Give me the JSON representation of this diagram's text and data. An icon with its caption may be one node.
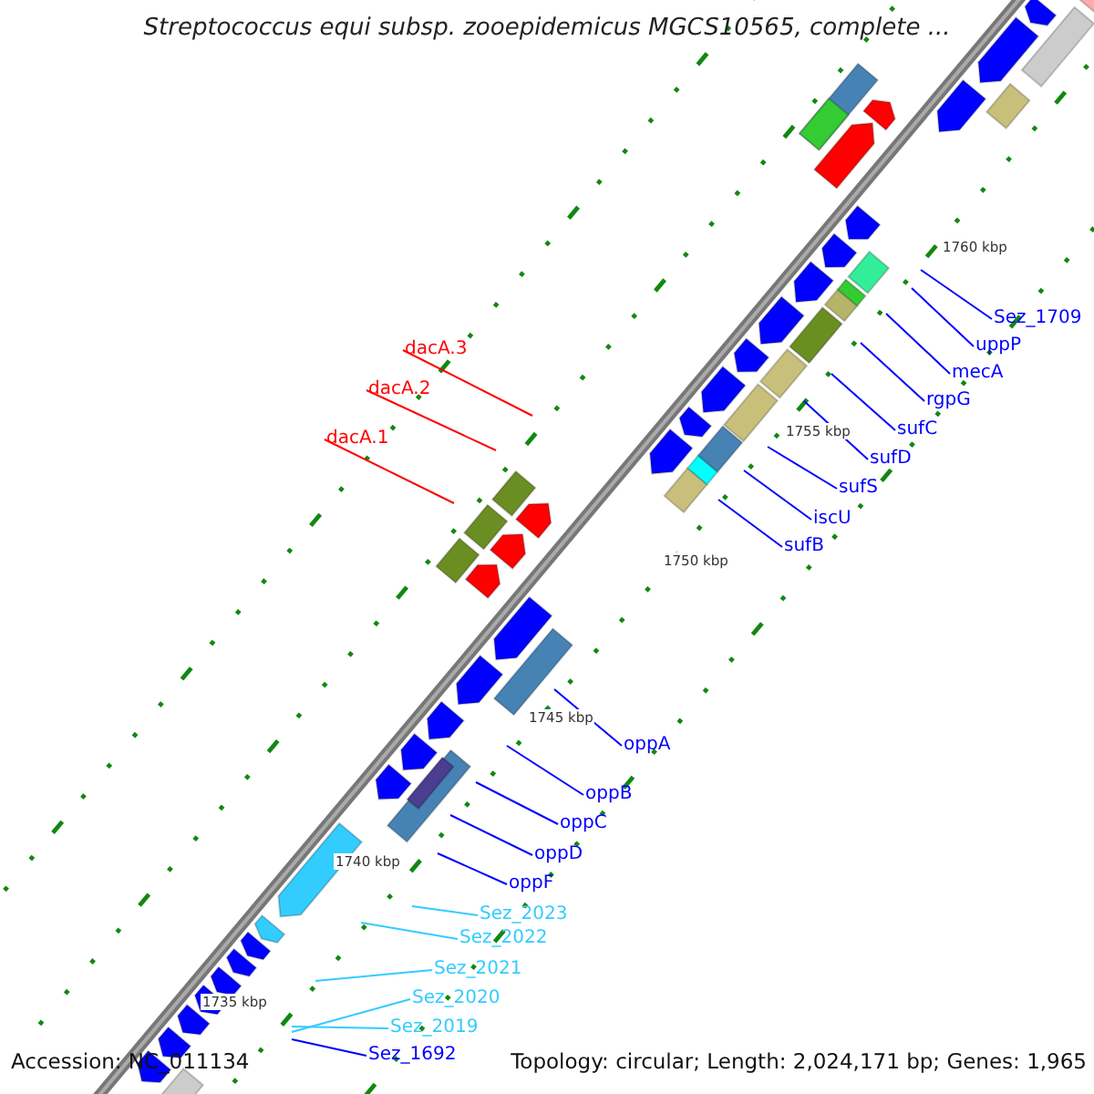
{
  "diagram": {
    "title": "Streptococcus equi subsp. zooepidemicus MGCS10565, complete ...",
    "nodes": [
      {
        "text": [
          "dacA.3"
        ]
      },
      {
        "text": [
          "dacA.2"
        ]
      },
      {
        "text": [
          "dacA.1"
        ]
      },
      {
        "text": [
          "Sez_1709"
        ]
      },
      {
        "text": [
          "uppP"
        ]
      },
      {
        "text": [
          "mecA"
        ]
      },
      {
        "text": [
          "rgpG"
        ]
      },
      {
        "text": [
          "sufC"
        ]
      },
      {
        "text": [
          "sufD"
        ]
      },
      {
        "text": [
          "sufS"
        ]
      },
      {
        "text": [
          "iscU"
        ]
      },
      {
        "text": [
          "sufB"
        ]
      },
      {
        "text": [
          "oppA"
        ]
      },
      {
        "text": [
          "oppB"
        ]
      },
      {
        "text": [
          "oppC"
        ]
      },
      {
        "text": [
          "oppD"
        ]
      },
      {
        "text": [
          "oppF"
        ]
      },
      {
        "text": [
          "Sez_2023"
        ]
      },
      {
        "text": [
          "Sez_2022"
        ]
      },
      {
        "text": [
          "Sez_2021"
        ]
      },
      {
        "text": [
          "Sez_2020"
        ]
      },
      {
        "text": [
          "Sez_2019"
        ]
      },
      {
        "text": [
          "Sez_1692"
        ]
      }
    ],
    "edges": [
      {
        "from": 0,
        "to": null,
        "arrow": "none",
        "color": "#ff0000"
      },
      {
        "from": 1,
        "to": null,
        "arrow": "none",
        "color": "#ff0000"
      },
      {
        "from": 2,
        "to": null,
        "arrow": "none",
        "color": "#ff0000"
      },
      {
        "from": 3,
        "to": null,
        "arrow": "none"
      },
      {
        "from": 4,
        "to": null,
        "arrow": "none"
      },
      {
        "from": 5,
        "to": null,
        "arrow": "none"
      },
      {
        "from": 6,
        "to": null,
        "arrow": "none"
      },
      {
        "from": 7,
        "to": null,
        "arrow": "none"
      },
      {
        "from": 8,
        "to": null,
        "arrow": "none"
      },
      {
        "from": 9,
        "to": null,
        "arrow": "none"
      },
      {
        "from": 10,
        "to": null,
        "arrow": "none"
      },
      {
        "from": 11,
        "to": null,
        "arrow": "none"
      },
      {
        "from": 12,
        "to": null,
        "arrow": "none"
      },
      {
        "from": 13,
        "to": null,
        "arrow": "none"
      },
      {
        "from": 14,
        "to": null,
        "arrow": "none"
      },
      {
        "from": 15,
        "to": null,
        "arrow": "none"
      },
      {
        "from": 16,
        "to": null,
        "arrow": "none"
      },
      {
        "from": 17,
        "to": null,
        "arrow": "none",
        "color": "#33ccff"
      },
      {
        "from": 18,
        "to": null,
        "arrow": "none",
        "color": "#33ccff"
      },
      {
        "from": 19,
        "to": null,
        "arrow": "none",
        "color": "#33ccff"
      },
      {
        "from": 20,
        "to": null,
        "arrow": "none",
        "color": "#33ccff"
      },
      {
        "from": 21,
        "to": null,
        "arrow": "none",
        "color": "#33ccff"
      },
      {
        "from": 22,
        "to": null,
        "arrow": "none"
      }
    ],
    "labels": [
      "1760 kbp",
      "1755 kbp",
      "1750 kbp",
      "1745 kbp",
      "1740 kbp",
      "1735 kbp",
      "Accession: NC_011134",
      "Topology: circular; Length: 2,024,171 bp; Genes: 1,965"
    ]
  }
}
